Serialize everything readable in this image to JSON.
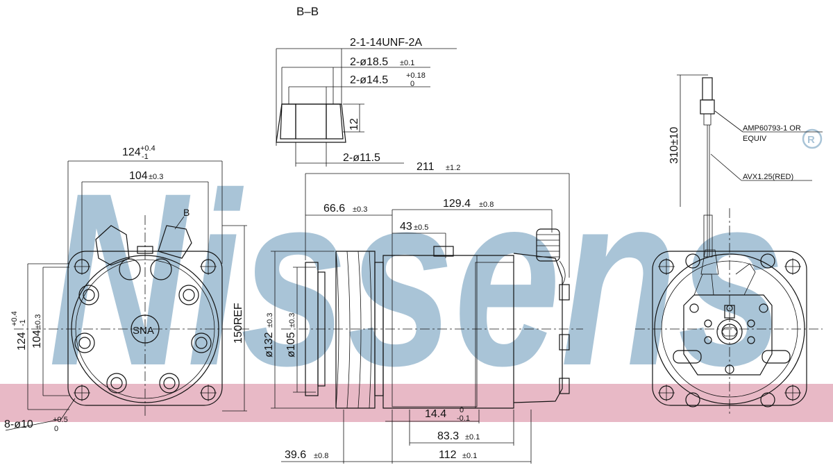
{
  "watermark": {
    "brand": "Nissens",
    "registered_mark": "®",
    "band_color": "#e8b9c6",
    "text_color": "#a9c4d7"
  },
  "section": {
    "title": "B–B",
    "thread": "2-1-14UNF-2A",
    "dia_a": "2-ø18.5",
    "dia_a_tol": "±0.1",
    "dia_b": "2-ø14.5",
    "dia_b_tol_up": "+0.18",
    "dia_b_tol_low": "0",
    "height": "12",
    "dia_c": "2-ø11.5"
  },
  "front_view": {
    "width_outer": "124",
    "width_outer_tol_up": "+0.4",
    "width_outer_tol_low": "-1",
    "width_inner": "104",
    "width_inner_tol": "±0.3",
    "section_marker": "B",
    "height_outer": "124",
    "height_outer_tol_up": "+0.4",
    "height_outer_tol_low": "-1",
    "height_inner": "104",
    "height_inner_tol": "±0.3",
    "height_ref": "150REF",
    "holes": "8-ø10",
    "holes_tol_up": "+0.5",
    "holes_tol_low": "0",
    "port_label": "SNA"
  },
  "side_view": {
    "total_length": "211",
    "total_length_tol": "±1.2",
    "len_a": "66.6",
    "len_a_tol": "±0.3",
    "len_b": "129.4",
    "len_b_tol": "±0.8",
    "len_c": "43",
    "len_c_tol": "±0.5",
    "dia_pulley": "ø132",
    "dia_pulley_tol": "±0.3",
    "dia_body": "ø105",
    "dia_body_tol": "±0.3",
    "len_d": "14.4",
    "len_d_tol_up": "0",
    "len_d_tol_low": "-0.1",
    "len_e": "83.3",
    "len_e_tol": "±0.1",
    "len_f": "39.6",
    "len_f_tol": "±0.8",
    "len_g": "112",
    "len_g_tol": "±0.1"
  },
  "rear_view": {
    "cable_length": "310±10",
    "connector": "AMP60793-1 OR",
    "connector_2": "EQUIV",
    "wire": "AVX1.25(RED)"
  }
}
